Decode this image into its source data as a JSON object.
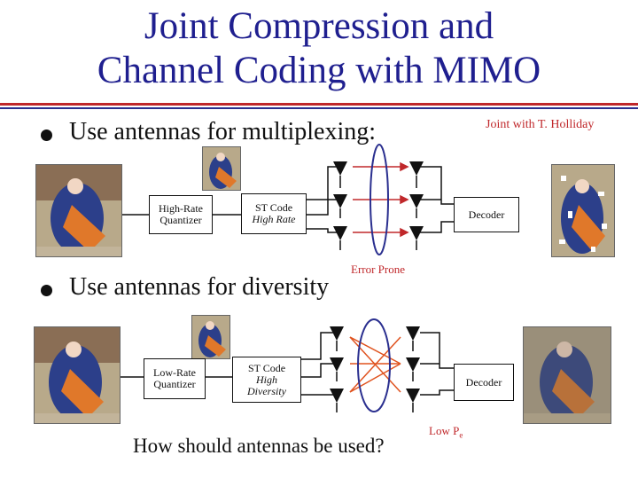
{
  "title": {
    "line1": "Joint Compression and",
    "line2": "Channel Coding with MIMO"
  },
  "credit": "Joint with T. Holliday",
  "bullets": [
    "Use antennas for multiplexing:",
    "Use antennas for diversity"
  ],
  "top_diagram": {
    "quantizer": {
      "line1": "High-Rate",
      "line2": "Quantizer"
    },
    "st_code": {
      "line1": "ST Code",
      "line2": "High Rate"
    },
    "decoder": "Decoder",
    "channel_label": "Error Prone"
  },
  "bottom_diagram": {
    "quantizer": {
      "line1": "Low-Rate",
      "line2": "Quantizer"
    },
    "st_code": {
      "line1": "ST Code",
      "line2": "High",
      "line3": "Diversity"
    },
    "decoder": "Decoder",
    "channel_label_main": "Low P",
    "channel_label_sub": "e"
  },
  "question": "How should antennas be used?",
  "colors": {
    "title": "#1f1f8f",
    "accent_red": "#c0282b",
    "rule_blue": "#2a2f8f"
  }
}
